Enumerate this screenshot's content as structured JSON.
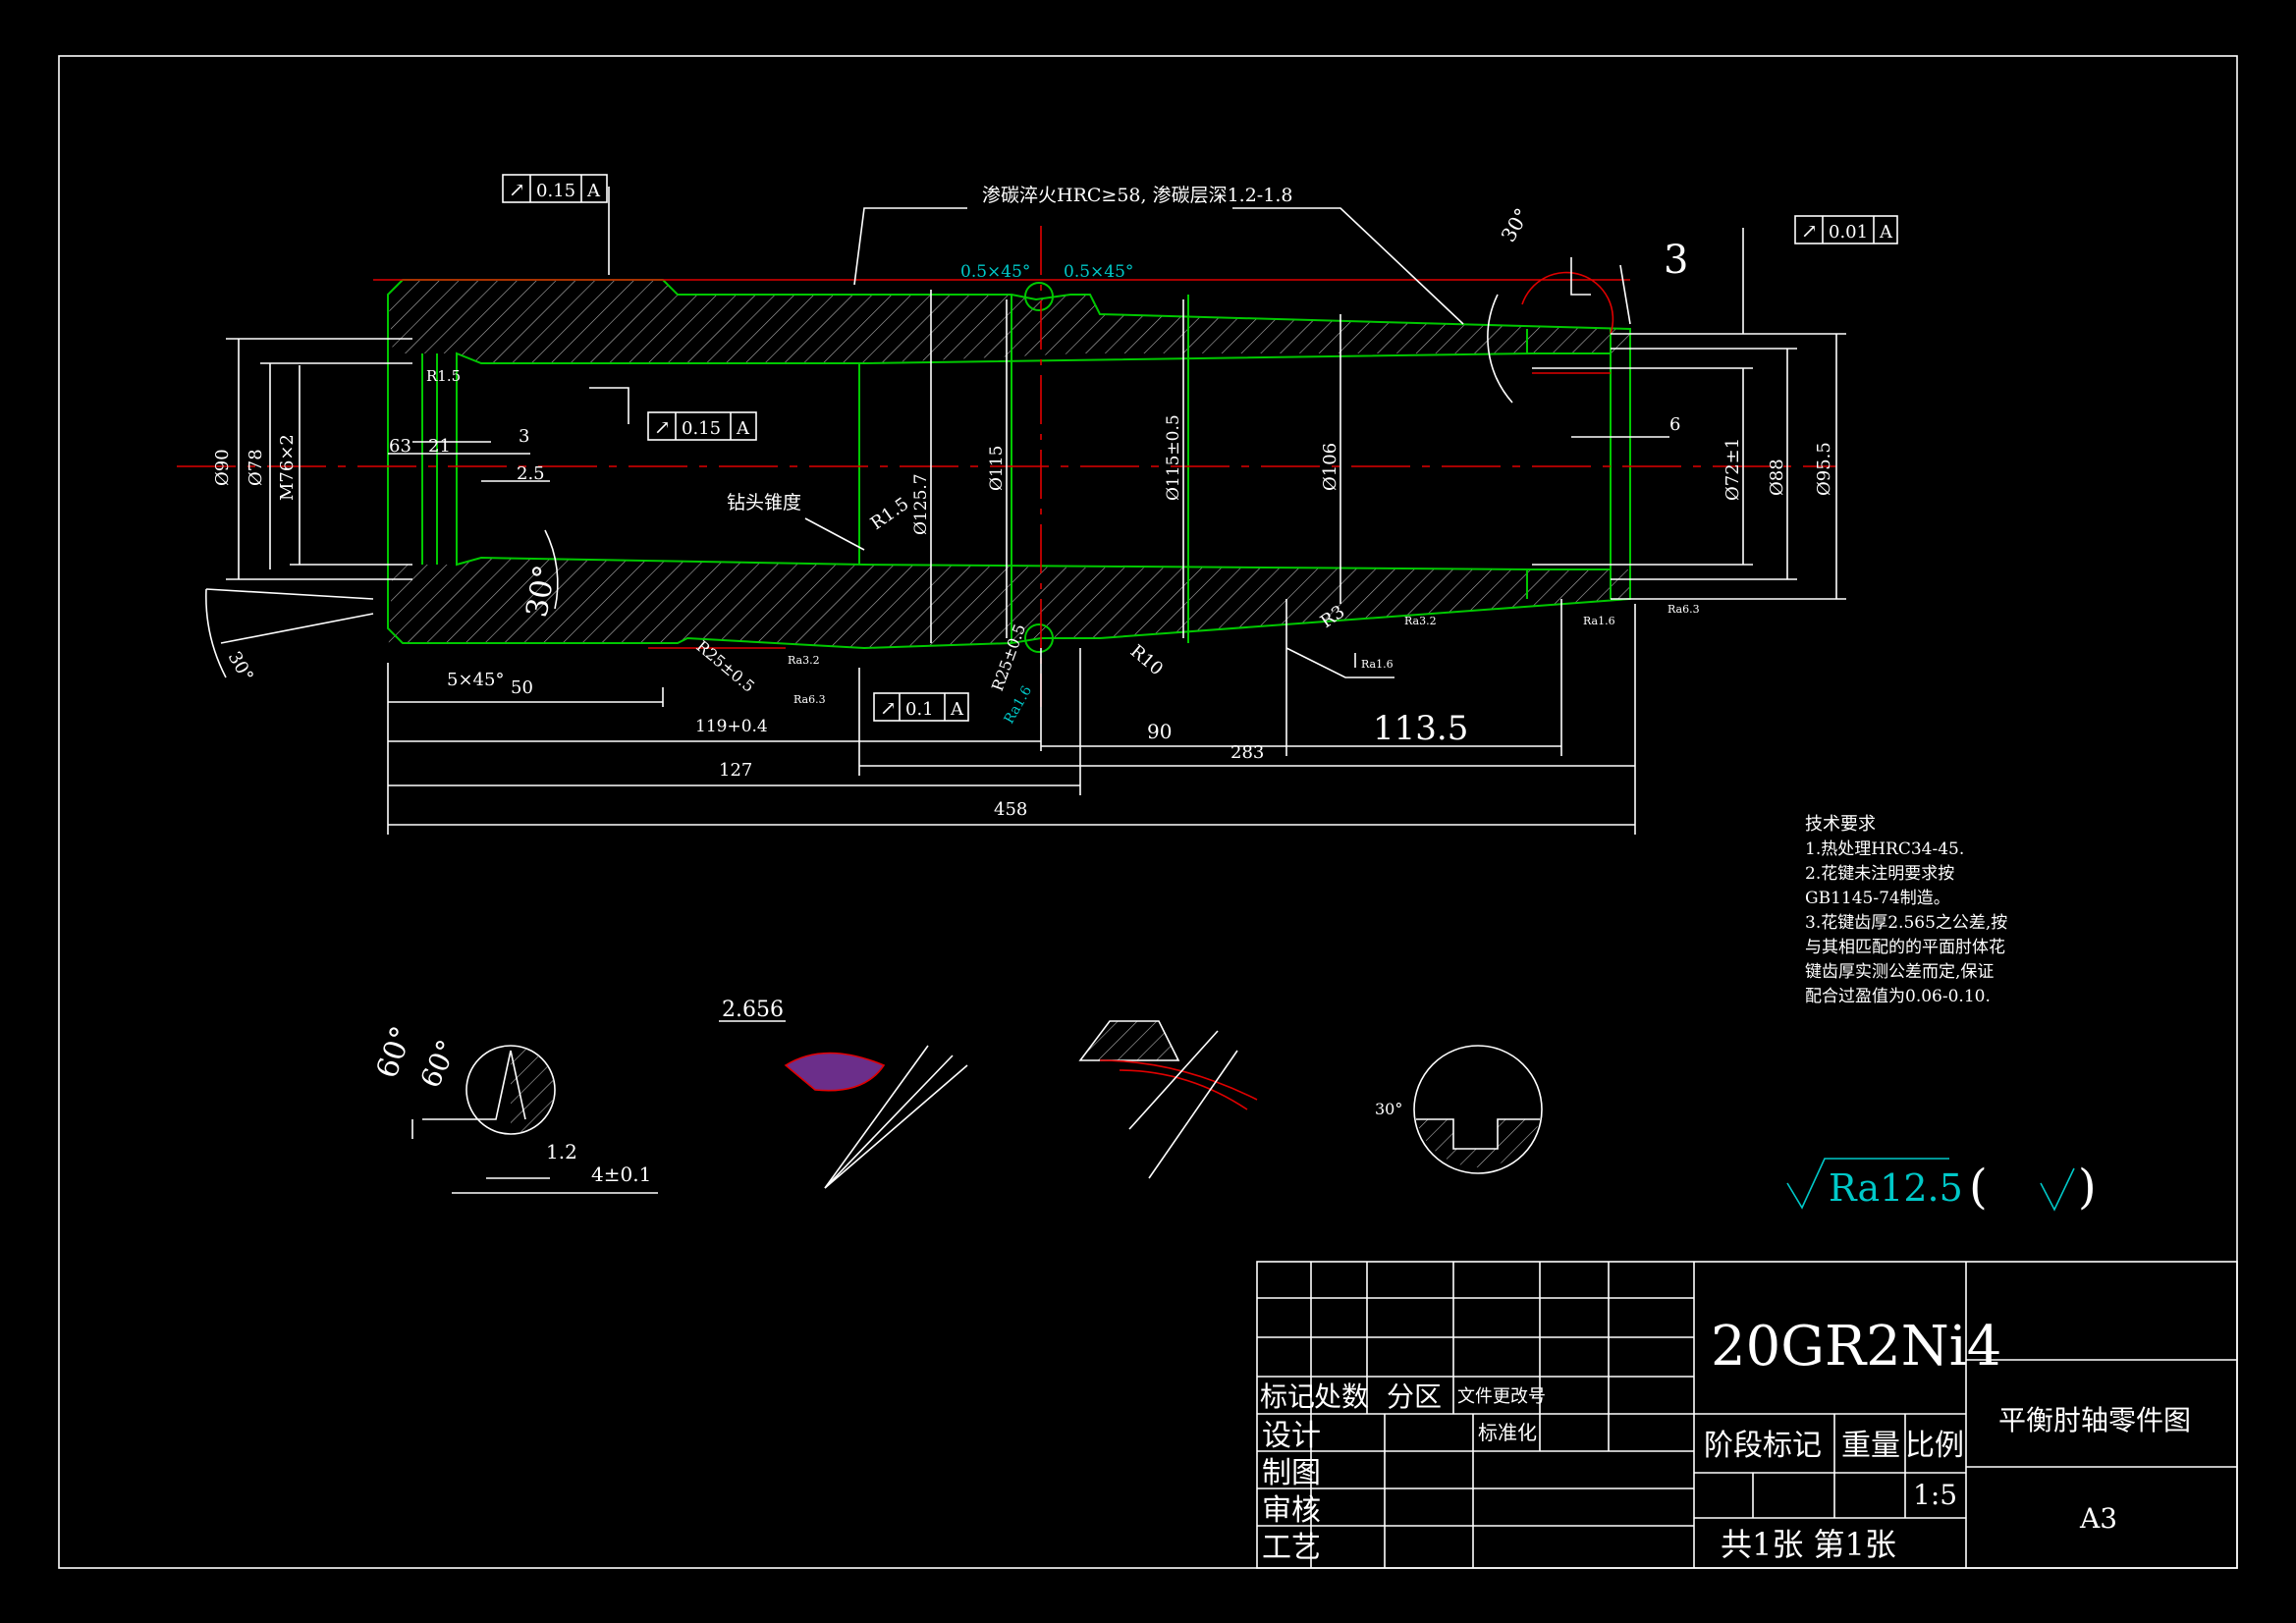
{
  "notes": {
    "carburize": "渗碳淬火HRC≥58, 渗碳层深1.2-1.8",
    "chamfer1": "0.5×45°",
    "chamfer2": "0.5×45°",
    "drill_taper": "钻头锥度",
    "surface_finish": "Ra12.5"
  },
  "tolerance_frames": [
    {
      "sym": "↗",
      "value": "0.15",
      "datum": "A"
    },
    {
      "sym": "↗",
      "value": "0.15",
      "datum": "A"
    },
    {
      "sym": "↗",
      "value": "0.01",
      "datum": "A"
    },
    {
      "sym": "↗",
      "value": "0.1",
      "datum": "A"
    }
  ],
  "dims": {
    "d90": "Ø90",
    "d78": "Ø78",
    "m76": "M76×2",
    "d63": "63",
    "d21": "21",
    "d3": "3",
    "d2_5": "2.5",
    "ang30a": "30°",
    "ang30b": "30°",
    "ang30c": "30°",
    "chamfer5": "5×45°",
    "l50": "50",
    "l119": "119+0.4",
    "l127": "127",
    "l458": "458",
    "l90": "90",
    "l283": "283",
    "l113": "113.5",
    "r15a": "R1.5",
    "r15b": "R1.5",
    "r25a": "R25±0.5",
    "r25b": "R25±0.5",
    "r10": "R10",
    "r3": "R3",
    "d125": "Ø125.7",
    "d115a": "Ø115",
    "d115b": "Ø115±0.5",
    "d106": "Ø106",
    "d72": "Ø72±1",
    "d88": "Ø88",
    "d95": "Ø95.5",
    "d6": "6",
    "dim3big": "3",
    "ra32": "Ra3.2",
    "ra16": "Ra1.6",
    "ra63": "Ra6.3"
  },
  "details": {
    "d1_a60a": "60°",
    "d1_a60b": "60°",
    "d1_12": "1.2",
    "d1_4": "4±0.1",
    "d2_2656": "2.656",
    "d4_30": "30°"
  },
  "tech": {
    "title": "技术要求",
    "lines": [
      "1.热处理HRC34-45.",
      "2.花键未注明要求按",
      "GB1145-74制造。",
      "3.花键齿厚2.565之公差,按",
      "与其相匹配的的平面肘体花",
      "键齿厚实测公差而定,保证",
      "配合过盈值为0.06-0.10."
    ]
  },
  "title_block": {
    "material": "20GR2Ni4",
    "name": "平衡肘轴零件图",
    "size": "A3",
    "scale": "1:5",
    "stage": "阶段标记",
    "weight": "重量",
    "scale_label": "比例",
    "sheets": "共1张  第1张",
    "mark": "标记",
    "count": "处数",
    "zone": "分区",
    "change": "文件更改号",
    "design": "设计",
    "std": "标准化",
    "draw": "制图",
    "check": "审核",
    "craft": "工艺"
  }
}
